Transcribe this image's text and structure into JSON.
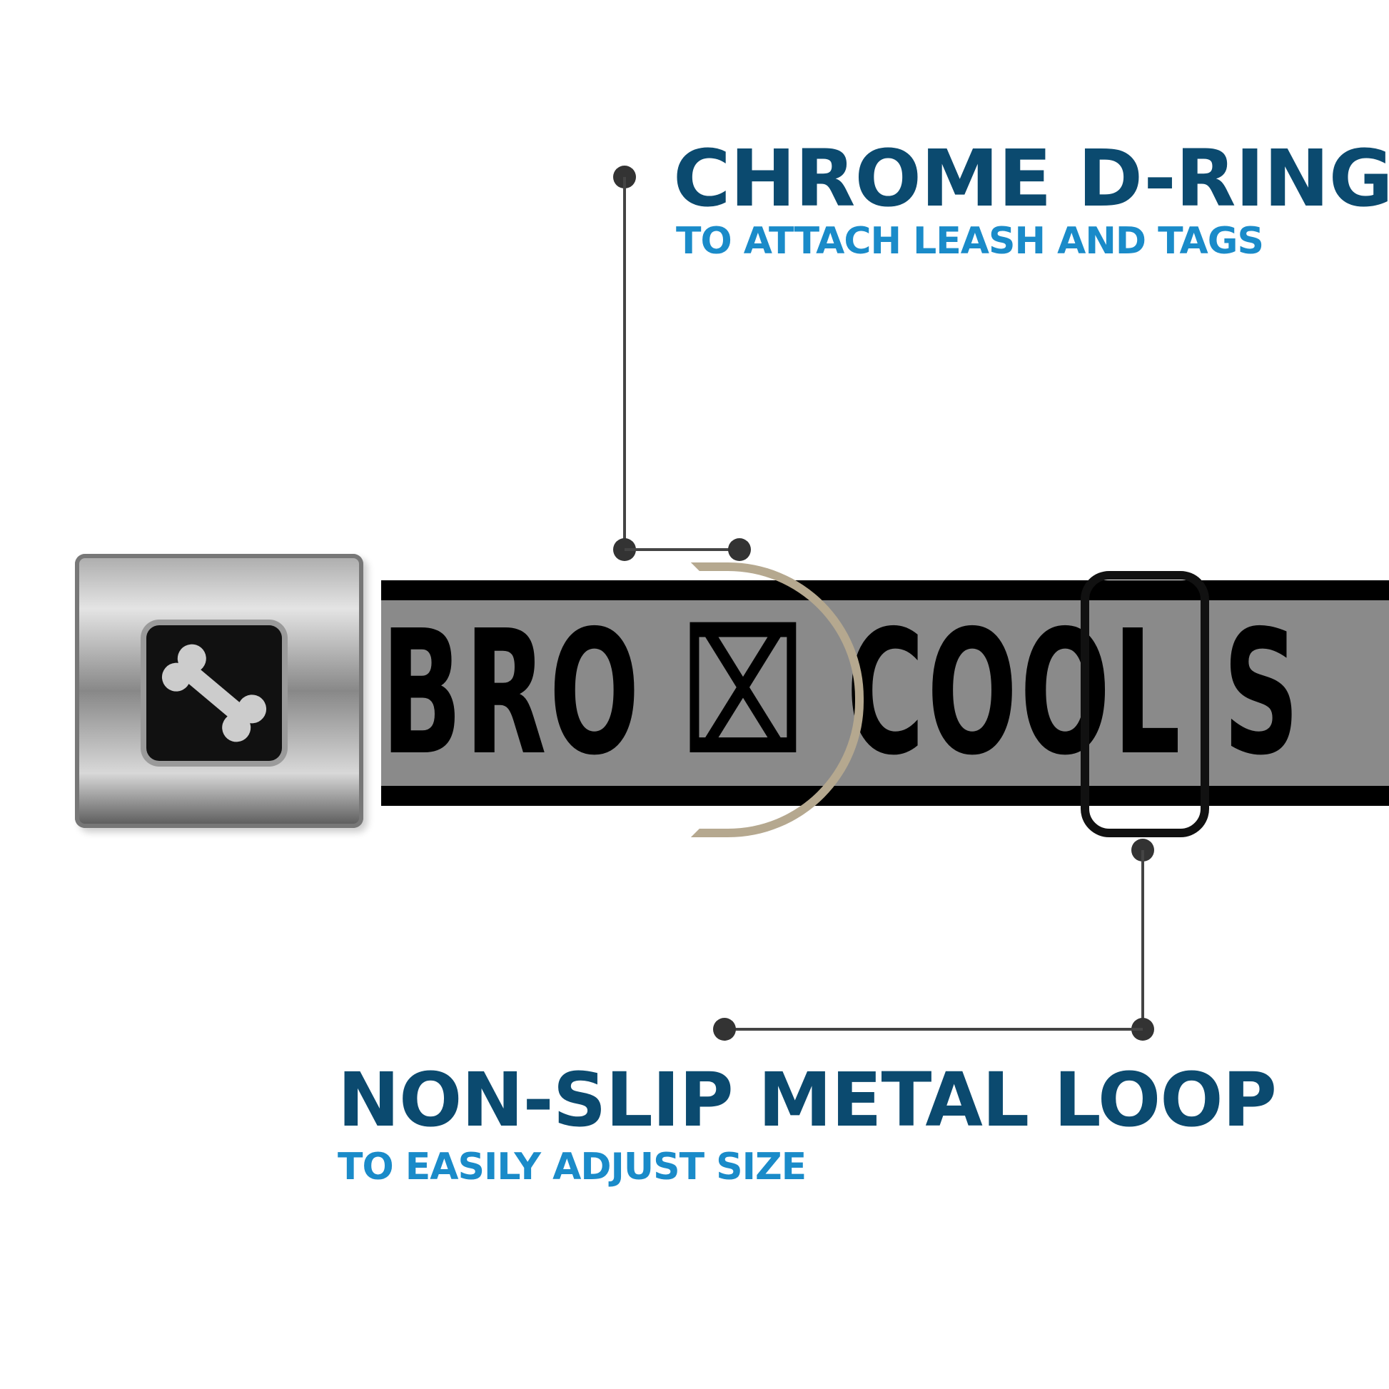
{
  "callouts": [
    {
      "title": "CHROME D-RING",
      "subtitle": "TO ATTACH LEASH AND TAGS"
    },
    {
      "title": "NON-SLIP METAL LOOP",
      "subtitle": "TO EASILY ADJUST SIZE"
    }
  ],
  "product": {
    "strap_print": "BRO ⌧ COOL S",
    "buckle_logo": "bone-icon"
  },
  "colors": {
    "title": "#0b4a6f",
    "subtitle": "#1a8bc9",
    "strap": "#8a8a8a"
  }
}
